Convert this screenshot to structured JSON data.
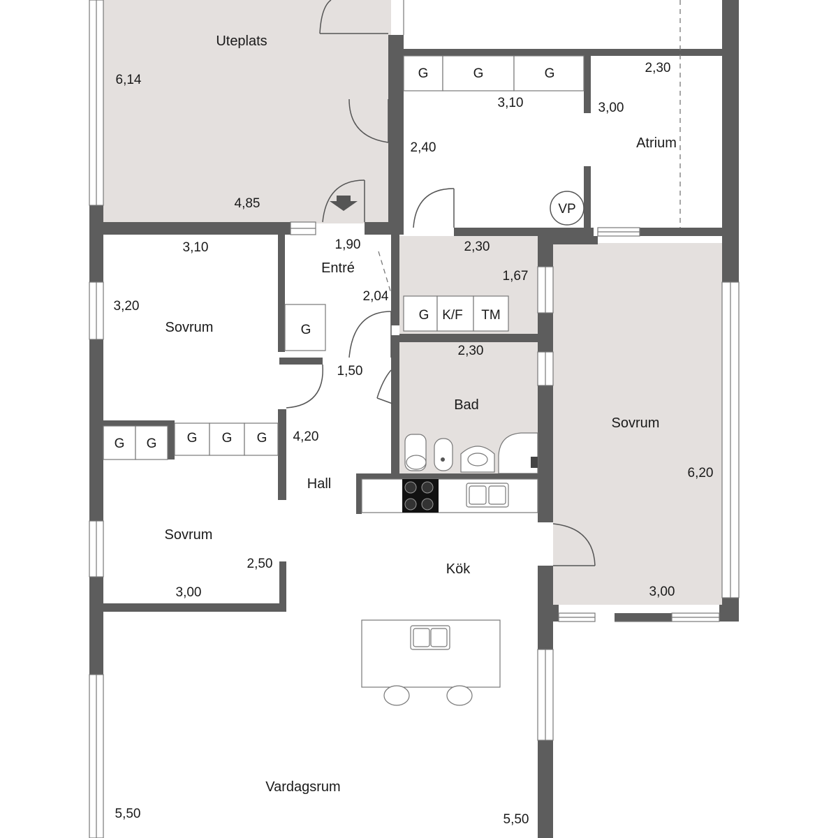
{
  "rooms": {
    "uteplats": "Uteplats",
    "atrium": "Atrium",
    "entre": "Entré",
    "sovrum_nw": "Sovrum",
    "sovrum_east": "Sovrum",
    "bad": "Bad",
    "hall": "Hall",
    "sovrum_w": "Sovrum",
    "kok": "Kök",
    "vardagsrum": "Vardagsrum"
  },
  "dimensions": {
    "uteplats_h": "6,14",
    "uteplats_w": "4,85",
    "closets_w": "3,10",
    "atrium_w": "2,30",
    "atrium_h": "3,00",
    "corridor": "2,40",
    "entre_w": "1,90",
    "entre_h": "2,04",
    "laundry_w": "2,30",
    "laundry_h": "1,67",
    "sovrum_nw_w": "3,10",
    "sovrum_nw_h": "3,20",
    "bad_w": "2,30",
    "hall_w": "1,50",
    "hall_h": "4,20",
    "sovrum_east_h": "6,20",
    "sovrum_east_w": "3,00",
    "sovrum_w_h": "2,50",
    "sovrum_w_w": "3,00",
    "vardag_left": "5,50",
    "vardag_right": "5,50"
  },
  "fixtures": {
    "closet": "G",
    "dryer": "G",
    "washer": "K/F",
    "tumble": "TM",
    "vp": "VP"
  }
}
